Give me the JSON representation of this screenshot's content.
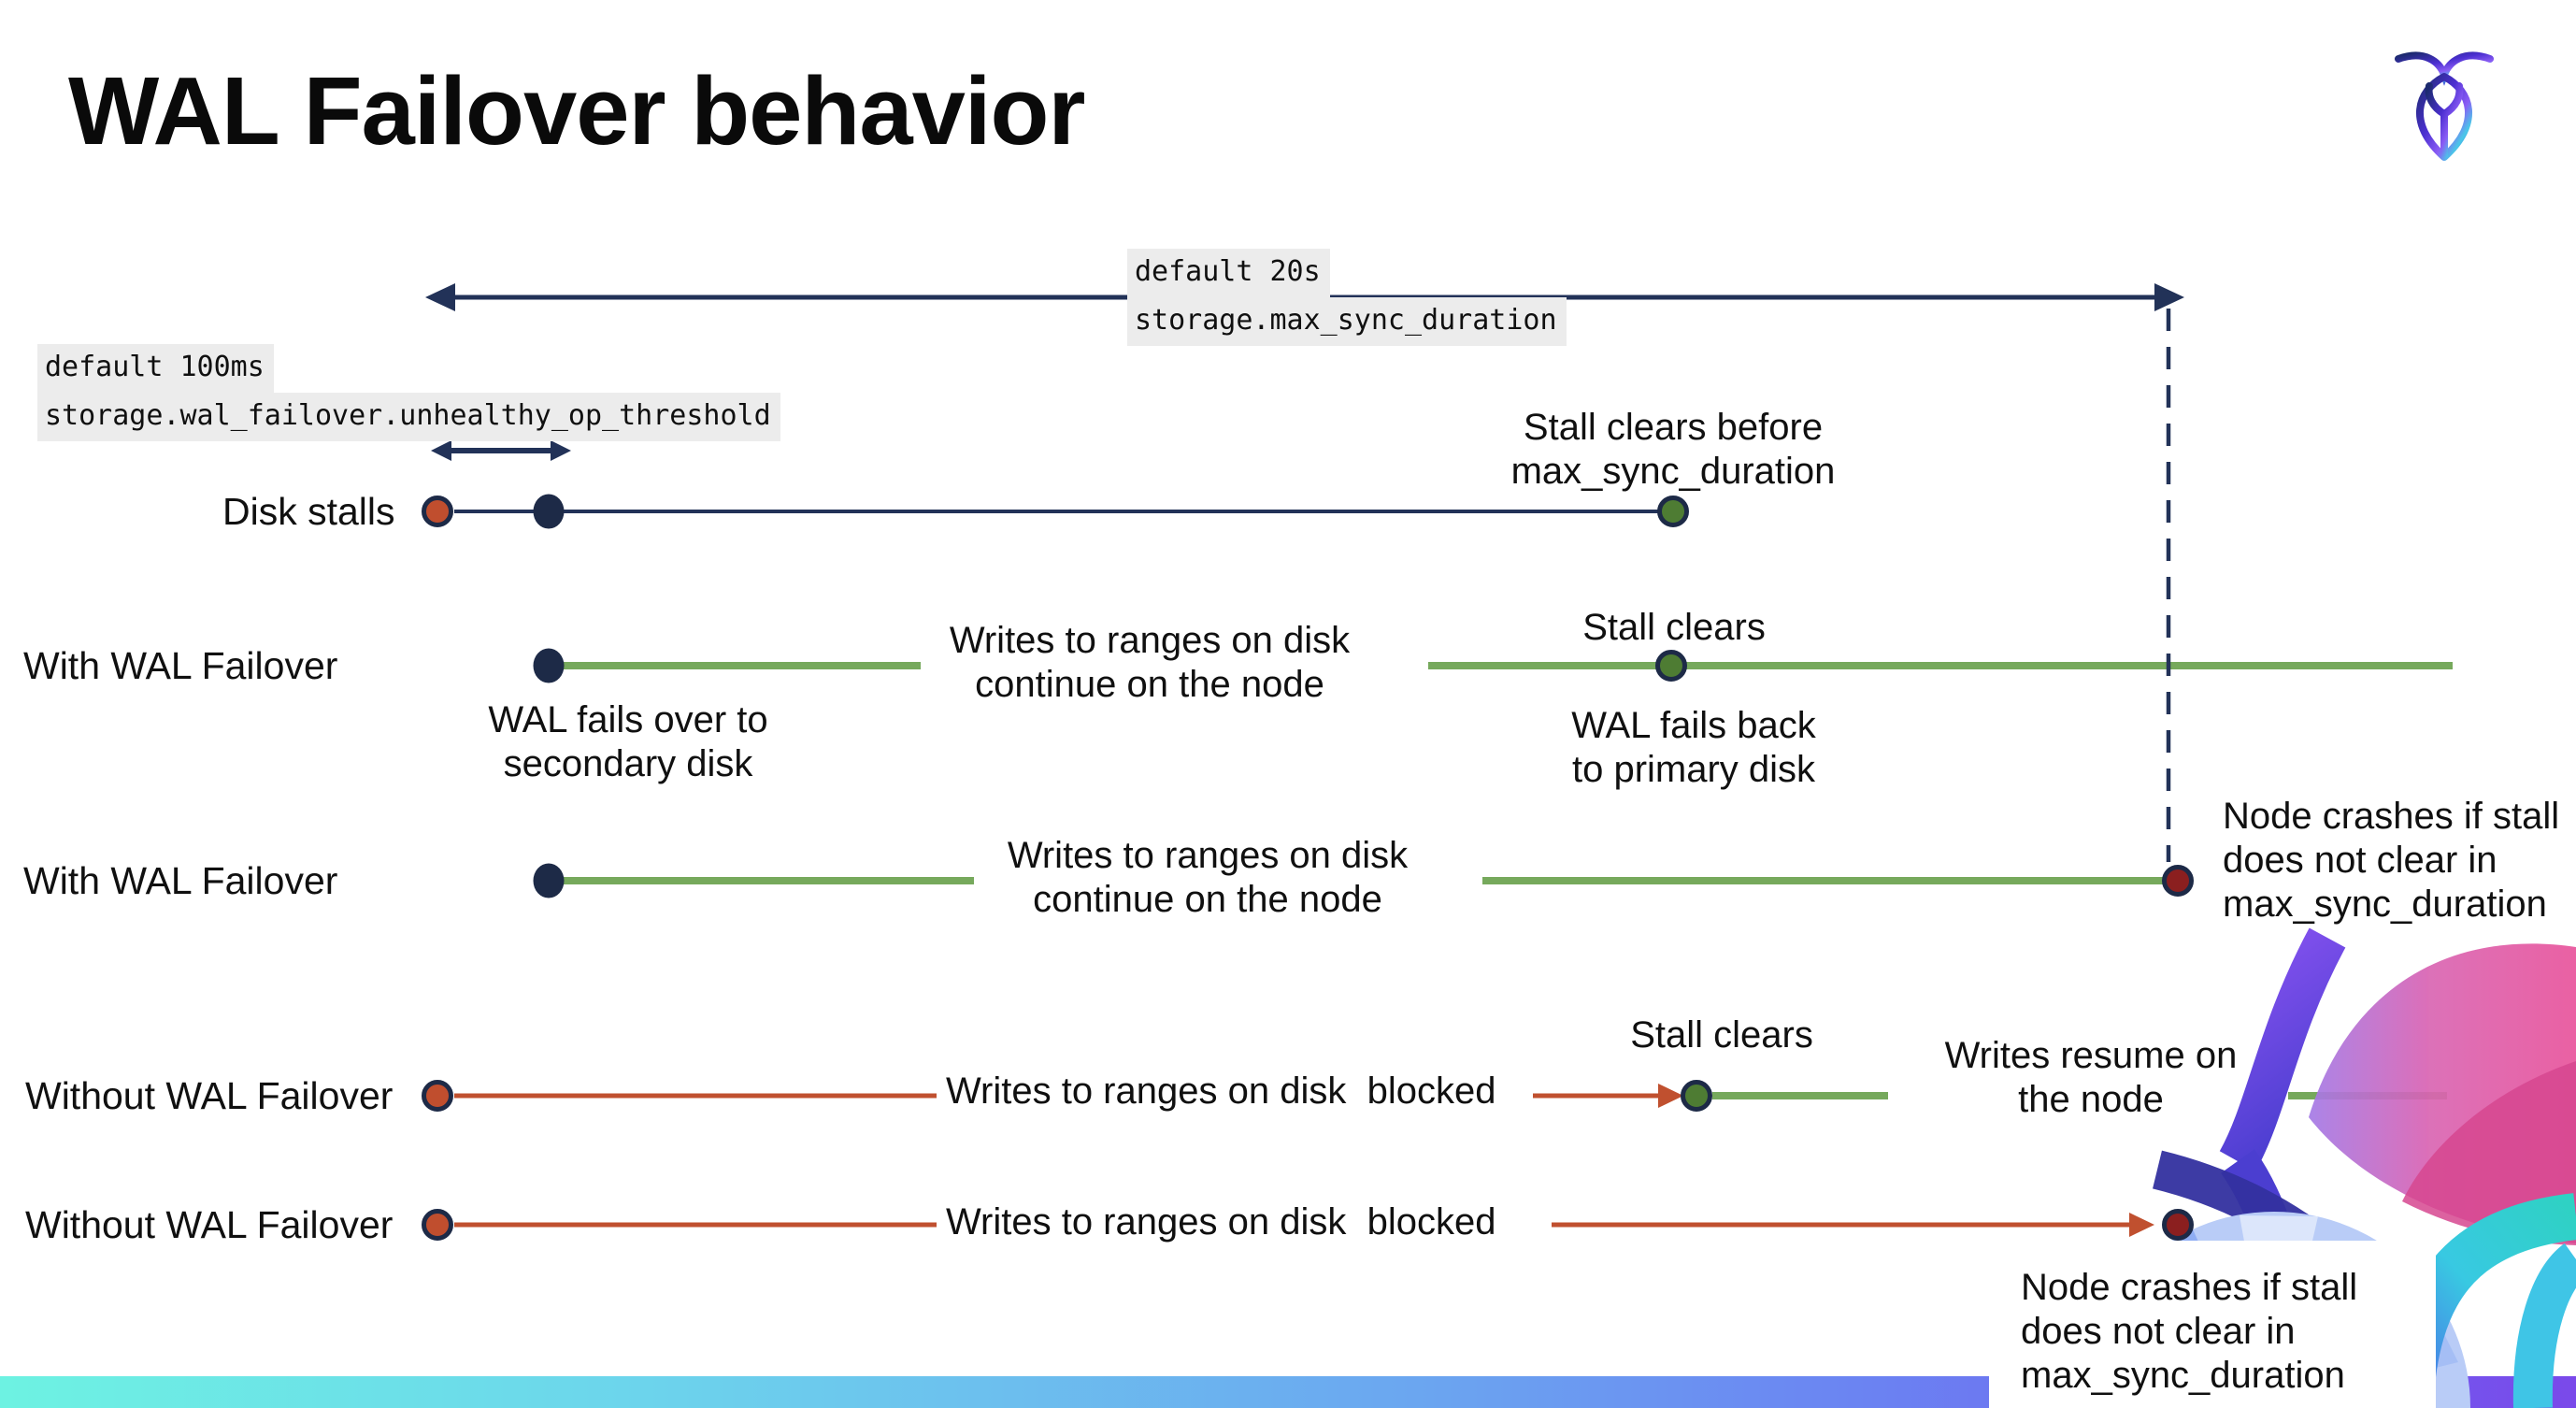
{
  "title": "WAL Failover behavior",
  "logo": {
    "name": "cockroachdb-logo"
  },
  "config_labels": {
    "max_sync": {
      "line1": "default 20s",
      "line2": "storage.max_sync_duration"
    },
    "threshold": {
      "line1": "default 100ms",
      "line2": "storage.wal_failover.unhealthy_op_threshold"
    }
  },
  "rows": {
    "disk_stalls": {
      "label": "Disk stalls"
    },
    "with_failover_1": {
      "label": "With WAL Failover"
    },
    "with_failover_2": {
      "label": "With WAL Failover"
    },
    "without_failover_1": {
      "label": "Without WAL Failover"
    },
    "without_failover_2": {
      "label": "Without WAL Failover"
    }
  },
  "annotations": {
    "stall_clears_before": {
      "line1": "Stall clears before",
      "line2": "max_sync_duration"
    },
    "stall_clears_1": "Stall clears",
    "stall_clears_2": "Stall clears",
    "wal_fails_over": {
      "line1": "WAL fails over to",
      "line2": "secondary disk"
    },
    "wal_fails_back": {
      "line1": "WAL fails  back",
      "line2": "to primary disk"
    },
    "writes_continue_1": {
      "line1": "Writes to ranges on disk",
      "line2": "continue on the node"
    },
    "writes_continue_2": {
      "line1": "Writes to ranges on disk",
      "line2": "continue on the node"
    },
    "writes_blocked_1": "Writes to ranges on disk  blocked",
    "writes_blocked_2": "Writes to ranges on disk  blocked",
    "writes_resume": {
      "line1": "Writes resume on",
      "line2": "the node"
    },
    "node_crashes_1": {
      "line1": "Node crashes if stall",
      "line2": "does not clear in",
      "line3": "max_sync_duration"
    },
    "node_crashes_2": {
      "line1": "Node crashes if stall",
      "line2": "does not clear in",
      "line3": "max_sync_duration"
    }
  },
  "colors": {
    "navy": "#223258",
    "dot_navy": "#1d2a47",
    "green_line": "#76a95c",
    "green_dot": "#4e7c33",
    "red_line": "#c0502f",
    "red_dot": "#c04e2e",
    "maroon_dot": "#8b1f1f",
    "code_chip_bg": "#ececec",
    "footer_gradient": [
      "#6df2e2",
      "#6b96f1",
      "#7a49ea"
    ]
  }
}
